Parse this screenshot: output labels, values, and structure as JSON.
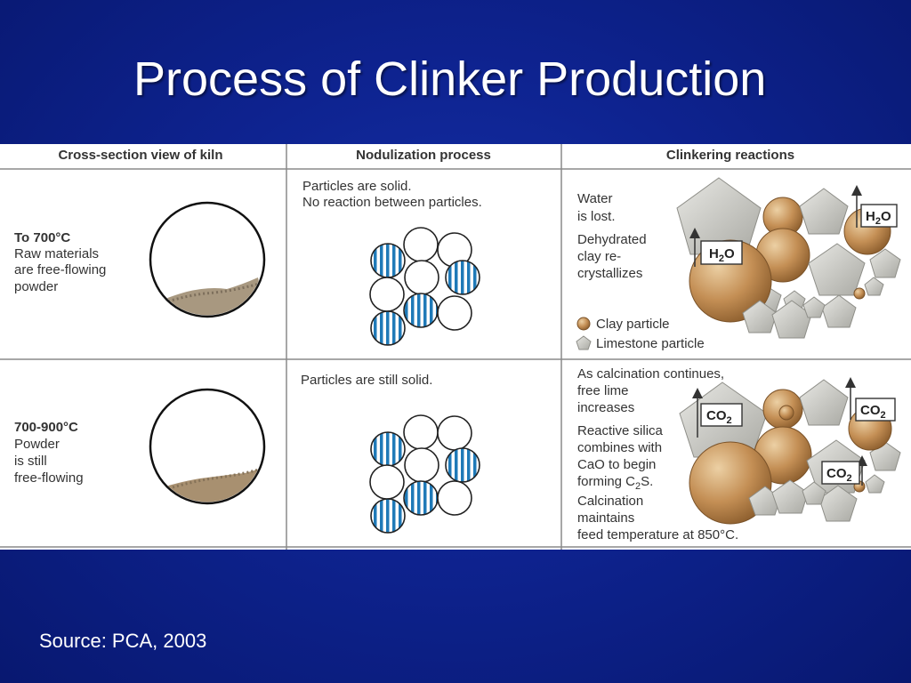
{
  "slide": {
    "title": "Process of Clinker Production",
    "source": "Source: PCA, 2003"
  },
  "table": {
    "headers": [
      "Cross-section view of kiln",
      "Nodulization process",
      "Clinkering reactions"
    ],
    "row1": {
      "kiln_temp": "To 700°C",
      "kiln_desc": [
        "Raw materials",
        "are free-flowing",
        "powder"
      ],
      "nodul": [
        "Particles are solid.",
        "No reaction between particles."
      ],
      "reactions": {
        "water_lost": [
          "Water",
          "is lost."
        ],
        "dehydrated": [
          "Dehydrated",
          "clay re-",
          "crystallizes"
        ],
        "h2o_label": {
          "main": "H",
          "sub": "2",
          "tail": "O"
        },
        "legend_clay": "Clay particle",
        "legend_limestone": "Limestone particle"
      }
    },
    "row2": {
      "kiln_temp": "700-900°C",
      "kiln_desc": [
        "Powder",
        "is still",
        "free-flowing"
      ],
      "nodul": [
        "Particles are still solid."
      ],
      "reactions": {
        "calcination": [
          "As calcination continues,",
          "free lime",
          "increases"
        ],
        "silica": {
          "l1": "Reactive silica",
          "l2": "combines with",
          "l3": "CaO to begin",
          "l4_pre": "forming C",
          "l4_sub": "2",
          "l4_post": "S."
        },
        "maintains": [
          "Calcination",
          "maintains",
          "feed temperature at 850°C."
        ],
        "co2_label": {
          "main": "CO",
          "sub": "2"
        }
      }
    }
  },
  "colors": {
    "background": "#0e2390",
    "clay": "#c08f58",
    "limestone": "#cfcfca",
    "stripe": "#1f7ab8",
    "powder": "#a89880"
  }
}
